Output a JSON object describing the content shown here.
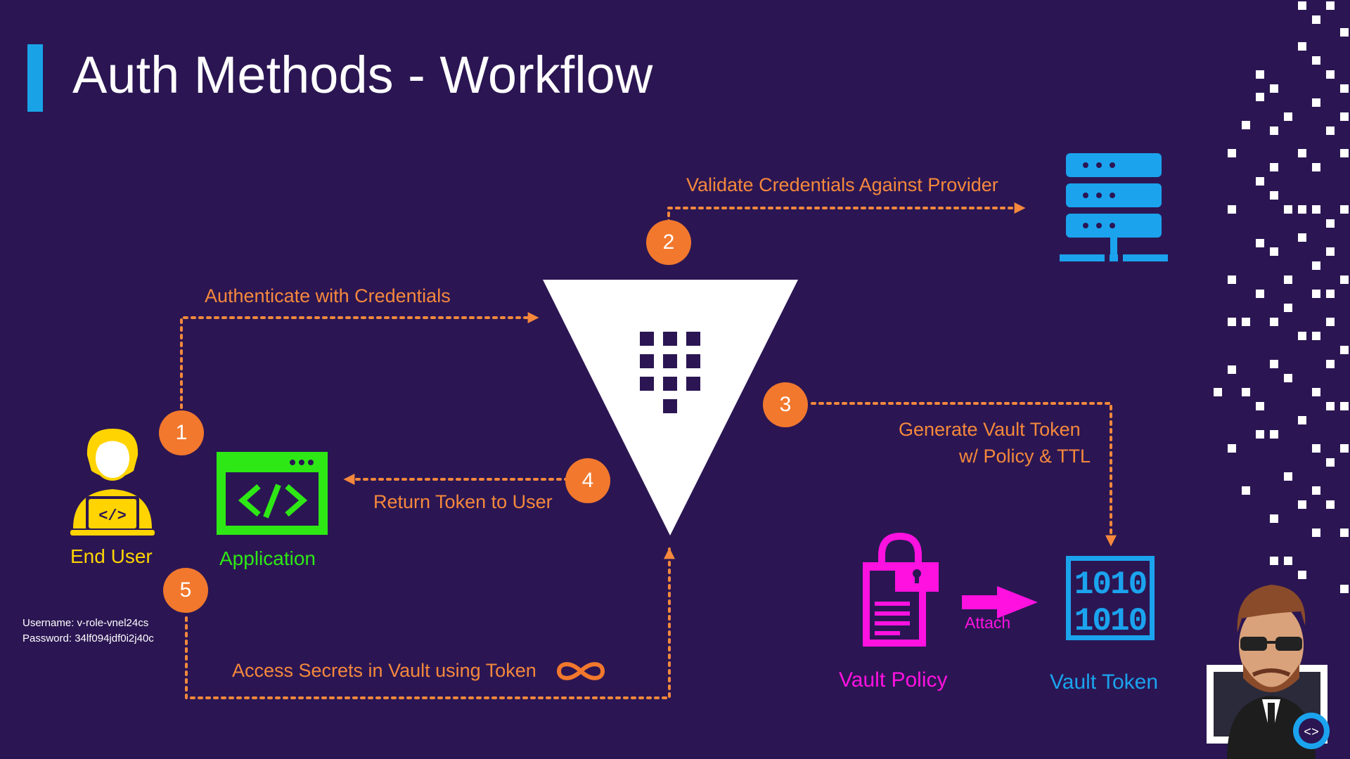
{
  "title": "Auth Methods - Workflow",
  "steps": {
    "s1": "1",
    "s2": "2",
    "s3": "3",
    "s4": "4",
    "s5": "5"
  },
  "labels": {
    "authenticate": "Authenticate with Credentials",
    "validate": "Validate Credentials Against Provider",
    "generate_line1": "Generate Vault Token",
    "generate_line2": "w/ Policy & TTL",
    "return_token": "Return Token to User",
    "access_secrets": "Access Secrets in Vault using Token",
    "attach": "Attach"
  },
  "nodes": {
    "end_user": "End User",
    "application": "Application",
    "vault_policy": "Vault Policy",
    "vault_token": "Vault Token"
  },
  "credentials": {
    "username": "Username: v-role-vnel24cs",
    "password": "Password: 34lf094jdf0i2j40c"
  },
  "icons": {
    "end_user": "developer-icon",
    "application": "code-window-icon",
    "vault": "vault-triangle-icon",
    "provider": "server-icon",
    "policy": "locked-document-icon",
    "token": "binary-icon",
    "ttl": "infinity-icon"
  },
  "colors": {
    "background": "#2b1653",
    "accent_orange": "#f2782d",
    "label_orange": "#f5883c",
    "user_yellow": "#ffd400",
    "app_green": "#2ee815",
    "policy_magenta": "#ff11e0",
    "token_blue": "#1ba3ee",
    "title_bar_blue": "#19a3e6"
  }
}
